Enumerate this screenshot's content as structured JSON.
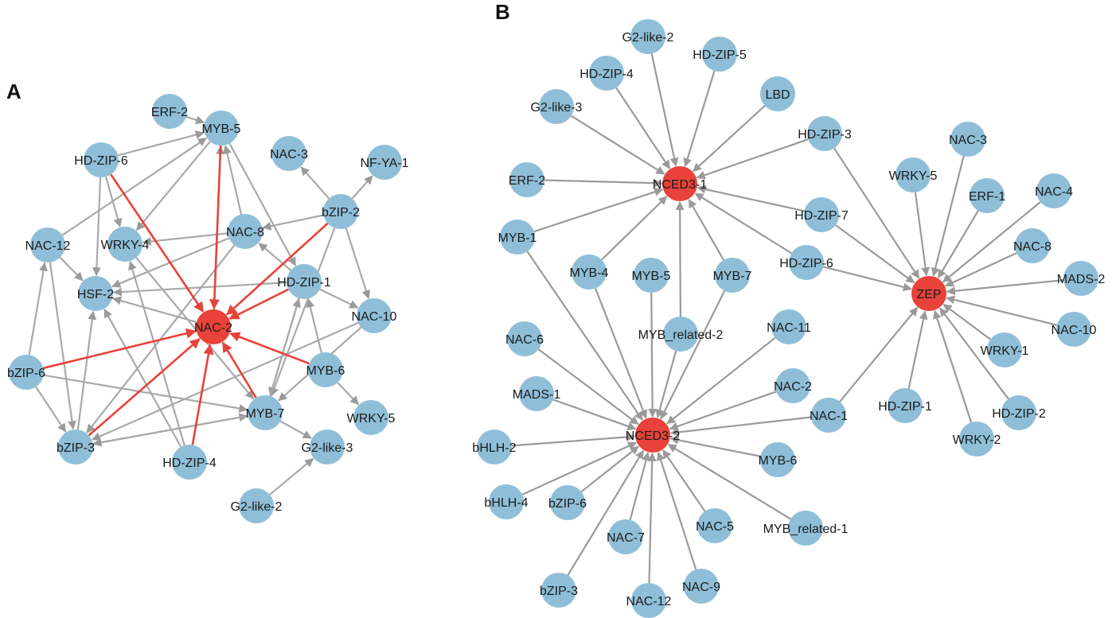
{
  "colors": {
    "node": "#8fbfd8",
    "hub": "#e8423a",
    "edge": "#a9a9a9",
    "edge_dark": "#9a9a9a",
    "edge_hub": "#e8423a"
  },
  "panels": [
    {
      "label": "A",
      "nodes": [
        {
          "id": "ERF-2",
          "label": "ERF-2"
        },
        {
          "id": "MYB-5",
          "label": "MYB-5"
        },
        {
          "id": "HD-ZIP-6",
          "label": "HD-ZIP-6"
        },
        {
          "id": "NAC-3",
          "label": "NAC-3"
        },
        {
          "id": "NF-YA-1",
          "label": "NF-YA-1"
        },
        {
          "id": "bZIP-2",
          "label": "bZIP-2"
        },
        {
          "id": "NAC-12",
          "label": "NAC-12"
        },
        {
          "id": "WRKY-4",
          "label": "WRKY-4"
        },
        {
          "id": "NAC-8",
          "label": "NAC-8"
        },
        {
          "id": "HD-ZIP-1",
          "label": "HD-ZIP-1"
        },
        {
          "id": "HSF-2",
          "label": "HSF-2"
        },
        {
          "id": "NAC-2",
          "label": "NAC-2",
          "hub": true
        },
        {
          "id": "NAC-10",
          "label": "NAC-10"
        },
        {
          "id": "bZIP-6",
          "label": "bZIP-6"
        },
        {
          "id": "MYB-6",
          "label": "MYB-6"
        },
        {
          "id": "WRKY-5",
          "label": "WRKY-5"
        },
        {
          "id": "MYB-7",
          "label": "MYB-7"
        },
        {
          "id": "bZIP-3",
          "label": "bZIP-3"
        },
        {
          "id": "HD-ZIP-4",
          "label": "HD-ZIP-4"
        },
        {
          "id": "G2-like-3",
          "label": "G2-like-3"
        },
        {
          "id": "G2-like-2",
          "label": "G2-like-2"
        }
      ],
      "edges": [
        [
          "HD-ZIP-6",
          "NAC-2",
          "hub"
        ],
        [
          "MYB-5",
          "NAC-2",
          "hub"
        ],
        [
          "bZIP-2",
          "NAC-2",
          "hub"
        ],
        [
          "HD-ZIP-1",
          "NAC-2",
          "hub"
        ],
        [
          "bZIP-6",
          "NAC-2",
          "hub"
        ],
        [
          "bZIP-3",
          "NAC-2",
          "hub"
        ],
        [
          "HD-ZIP-4",
          "NAC-2",
          "hub"
        ],
        [
          "MYB-7",
          "NAC-2",
          "hub"
        ],
        [
          "MYB-6",
          "NAC-2",
          "hub"
        ],
        [
          "ERF-2",
          "MYB-5"
        ],
        [
          "HD-ZIP-6",
          "MYB-5"
        ],
        [
          "NAC-12",
          "MYB-5"
        ],
        [
          "HD-ZIP-6",
          "WRKY-4"
        ],
        [
          "HD-ZIP-6",
          "HSF-2"
        ],
        [
          "MYB-5",
          "WRKY-4"
        ],
        [
          "MYB-5",
          "HD-ZIP-1"
        ],
        [
          "NAC-8",
          "MYB-5"
        ],
        [
          "NAC-2",
          "MYB-5"
        ],
        [
          "bZIP-2",
          "NAC-3"
        ],
        [
          "bZIP-2",
          "NF-YA-1"
        ],
        [
          "bZIP-2",
          "NAC-8"
        ],
        [
          "bZIP-2",
          "NAC-10"
        ],
        [
          "bZIP-2",
          "MYB-7"
        ],
        [
          "HD-ZIP-1",
          "NAC-8"
        ],
        [
          "NAC-8",
          "HSF-2"
        ],
        [
          "NAC-8",
          "WRKY-4"
        ],
        [
          "NAC-8",
          "bZIP-3"
        ],
        [
          "NAC-12",
          "HSF-2"
        ],
        [
          "NAC-12",
          "bZIP-3"
        ],
        [
          "bZIP-6",
          "NAC-12"
        ],
        [
          "bZIP-6",
          "MYB-7"
        ],
        [
          "bZIP-6",
          "bZIP-3"
        ],
        [
          "HD-ZIP-1",
          "HSF-2"
        ],
        [
          "HD-ZIP-1",
          "NAC-10"
        ],
        [
          "HD-ZIP-1",
          "MYB-7"
        ],
        [
          "MYB-7",
          "HD-ZIP-1"
        ],
        [
          "MYB-6",
          "HD-ZIP-1"
        ],
        [
          "MYB-6",
          "WRKY-5"
        ],
        [
          "NAC-2",
          "HSF-2"
        ],
        [
          "NAC-10",
          "bZIP-3"
        ],
        [
          "NAC-10",
          "MYB-7"
        ],
        [
          "HD-ZIP-4",
          "HSF-2"
        ],
        [
          "HD-ZIP-4",
          "WRKY-4"
        ],
        [
          "bZIP-3",
          "HSF-2"
        ],
        [
          "bZIP-3",
          "MYB-7"
        ],
        [
          "MYB-7",
          "bZIP-3"
        ],
        [
          "MYB-7",
          "G2-like-3"
        ],
        [
          "G2-like-2",
          "G2-like-3"
        ],
        [
          "WRKY-4",
          "MYB-7"
        ]
      ]
    },
    {
      "label": "B",
      "nodes": [
        {
          "id": "G2-like-2",
          "label": "G2-like-2"
        },
        {
          "id": "HD-ZIP-5",
          "label": "HD-ZIP-5"
        },
        {
          "id": "HD-ZIP-4",
          "label": "HD-ZIP-4"
        },
        {
          "id": "LBD",
          "label": "LBD"
        },
        {
          "id": "G2-like-3",
          "label": "G2-like-3"
        },
        {
          "id": "HD-ZIP-3",
          "label": "HD-ZIP-3"
        },
        {
          "id": "NAC-3",
          "label": "NAC-3"
        },
        {
          "id": "ERF-2",
          "label": "ERF-2"
        },
        {
          "id": "NCED3-1",
          "label": "NCED3-1",
          "hub": true
        },
        {
          "id": "WRKY-5",
          "label": "WRKY-5"
        },
        {
          "id": "ERF-1",
          "label": "ERF-1"
        },
        {
          "id": "NAC-4",
          "label": "NAC-4"
        },
        {
          "id": "HD-ZIP-7",
          "label": "HD-ZIP-7"
        },
        {
          "id": "MYB-1",
          "label": "MYB-1"
        },
        {
          "id": "NAC-8",
          "label": "NAC-8"
        },
        {
          "id": "MYB-4",
          "label": "MYB-4"
        },
        {
          "id": "MYB-5",
          "label": "MYB-5"
        },
        {
          "id": "MYB-7",
          "label": "MYB-7"
        },
        {
          "id": "HD-ZIP-6",
          "label": "HD-ZIP-6"
        },
        {
          "id": "MADS-2",
          "label": "MADS-2"
        },
        {
          "id": "ZEP",
          "label": "ZEP",
          "hub": true
        },
        {
          "id": "MYB_related-2",
          "label": "MYB_related-2"
        },
        {
          "id": "NAC-11",
          "label": "NAC-11"
        },
        {
          "id": "NAC-10",
          "label": "NAC-10"
        },
        {
          "id": "NAC-6",
          "label": "NAC-6"
        },
        {
          "id": "WRKY-1",
          "label": "WRKY-1"
        },
        {
          "id": "NAC-2",
          "label": "NAC-2"
        },
        {
          "id": "MADS-1",
          "label": "MADS-1"
        },
        {
          "id": "HD-ZIP-1",
          "label": "HD-ZIP-1"
        },
        {
          "id": "HD-ZIP-2",
          "label": "HD-ZIP-2"
        },
        {
          "id": "NAC-1",
          "label": "NAC-1"
        },
        {
          "id": "NCED3-2",
          "label": "NCED3-2",
          "hub": true
        },
        {
          "id": "WRKY-2",
          "label": "WRKY-2"
        },
        {
          "id": "bHLH-2",
          "label": "bHLH-2"
        },
        {
          "id": "MYB-6",
          "label": "MYB-6"
        },
        {
          "id": "bHLH-4",
          "label": "bHLH-4"
        },
        {
          "id": "bZIP-6",
          "label": "bZIP-6"
        },
        {
          "id": "NAC-5",
          "label": "NAC-5"
        },
        {
          "id": "MYB_related-1",
          "label": "MYB_related-1"
        },
        {
          "id": "NAC-7",
          "label": "NAC-7"
        },
        {
          "id": "bZIP-3",
          "label": "bZIP-3"
        },
        {
          "id": "NAC-9",
          "label": "NAC-9"
        },
        {
          "id": "NAC-12",
          "label": "NAC-12"
        }
      ],
      "edges": [
        [
          "G2-like-2",
          "NCED3-1"
        ],
        [
          "HD-ZIP-5",
          "NCED3-1"
        ],
        [
          "HD-ZIP-4",
          "NCED3-1"
        ],
        [
          "LBD",
          "NCED3-1"
        ],
        [
          "G2-like-3",
          "NCED3-1"
        ],
        [
          "HD-ZIP-3",
          "NCED3-1"
        ],
        [
          "ERF-2",
          "NCED3-1"
        ],
        [
          "MYB-1",
          "NCED3-1"
        ],
        [
          "MYB-4",
          "NCED3-1"
        ],
        [
          "MYB_related-2",
          "NCED3-1"
        ],
        [
          "MYB-7",
          "NCED3-1"
        ],
        [
          "HD-ZIP-7",
          "NCED3-1"
        ],
        [
          "HD-ZIP-6",
          "NCED3-1"
        ],
        [
          "HD-ZIP-3",
          "ZEP"
        ],
        [
          "NAC-3",
          "ZEP"
        ],
        [
          "WRKY-5",
          "ZEP"
        ],
        [
          "ERF-1",
          "ZEP"
        ],
        [
          "NAC-4",
          "ZEP"
        ],
        [
          "NAC-8",
          "ZEP"
        ],
        [
          "MADS-2",
          "ZEP"
        ],
        [
          "NAC-10",
          "ZEP"
        ],
        [
          "WRKY-1",
          "ZEP"
        ],
        [
          "HD-ZIP-2",
          "ZEP"
        ],
        [
          "WRKY-2",
          "ZEP"
        ],
        [
          "HD-ZIP-1",
          "ZEP"
        ],
        [
          "HD-ZIP-7",
          "ZEP"
        ],
        [
          "HD-ZIP-6",
          "ZEP"
        ],
        [
          "NAC-11",
          "NCED3-2"
        ],
        [
          "NAC-2",
          "NCED3-2"
        ],
        [
          "NAC-1",
          "NCED3-2"
        ],
        [
          "MYB-6",
          "NCED3-2"
        ],
        [
          "MYB_related-1",
          "NCED3-2"
        ],
        [
          "NAC-5",
          "NCED3-2"
        ],
        [
          "NAC-9",
          "NCED3-2"
        ],
        [
          "NAC-12",
          "NCED3-2"
        ],
        [
          "NAC-7",
          "NCED3-2"
        ],
        [
          "bZIP-3",
          "NCED3-2"
        ],
        [
          "bZIP-6",
          "NCED3-2"
        ],
        [
          "bHLH-4",
          "NCED3-2"
        ],
        [
          "bHLH-2",
          "NCED3-2"
        ],
        [
          "MADS-1",
          "NCED3-2"
        ],
        [
          "NAC-6",
          "NCED3-2"
        ],
        [
          "MYB-1",
          "NCED3-2"
        ],
        [
          "MYB-4",
          "NCED3-2"
        ],
        [
          "MYB-5",
          "NCED3-2"
        ],
        [
          "MYB-7",
          "NCED3-2"
        ],
        [
          "MYB_related-2",
          "NCED3-2"
        ],
        [
          "NAC-1",
          "ZEP"
        ]
      ]
    }
  ]
}
